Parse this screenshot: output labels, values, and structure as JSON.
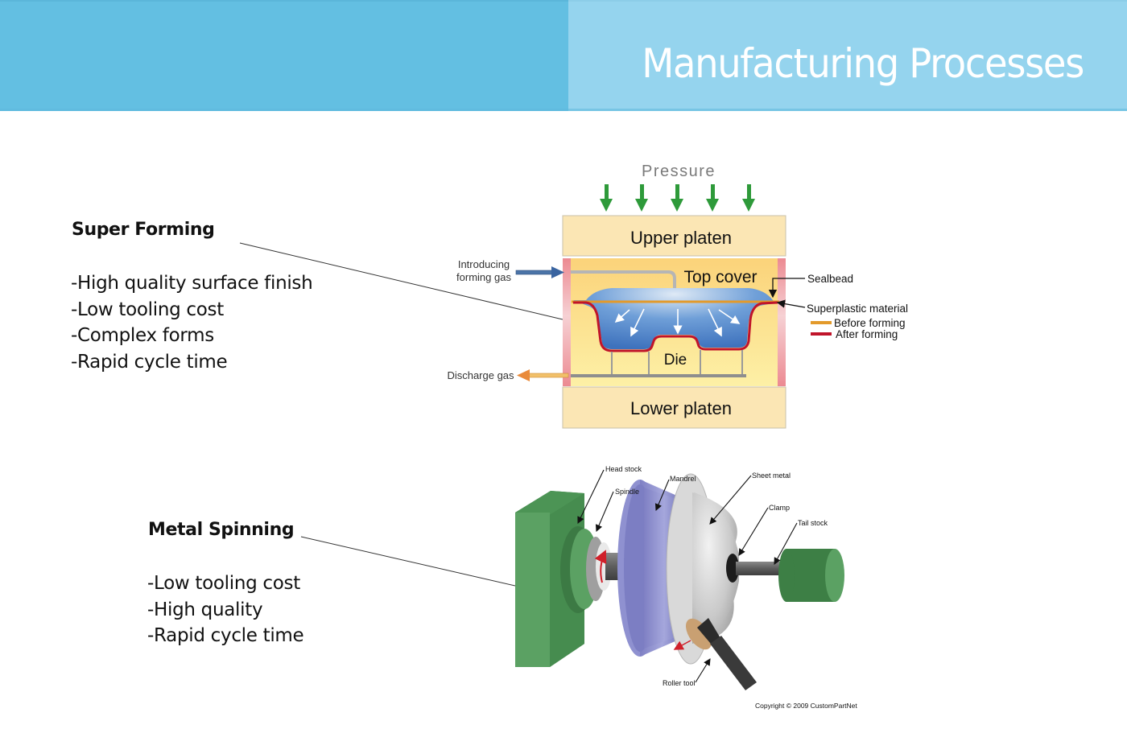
{
  "slide": {
    "title": "Manufacturing Processes",
    "header_colors": {
      "left": "#63bfe2",
      "right": "#95d4ee"
    }
  },
  "super_forming": {
    "heading": "Super Forming",
    "bullets": [
      "-High quality surface finish",
      "-Low tooling cost",
      "-Complex forms",
      "-Rapid cycle time"
    ],
    "diagram": {
      "pressure_label": "Pressure",
      "upper_platen": "Upper platen",
      "top_cover": "Top cover",
      "die": "Die",
      "lower_platen": "Lower platen",
      "gas_in_line1": "Introducing",
      "gas_in_line2": "forming gas",
      "gas_out": "Discharge gas",
      "sealbead": "Sealbead",
      "material": "Superplastic material",
      "legend_before": "Before forming",
      "legend_after": "After forming",
      "colors": {
        "before": "#e39a2b",
        "after": "#c0142a",
        "pressure_arrow": "#2e9a3a"
      }
    }
  },
  "metal_spinning": {
    "heading": "Metal Spinning",
    "bullets": [
      "-Low tooling cost",
      "-High quality",
      "-Rapid cycle time"
    ],
    "diagram": {
      "head_stock": "Head stock",
      "spindle": "Spindle",
      "mandrel": "Mandrel",
      "sheet_metal": "Sheet metal",
      "clamp": "Clamp",
      "tail_stock": "Tail stock",
      "roller_tool": "Roller tool",
      "copyright": "Copyright © 2009 CustomPartNet"
    }
  }
}
